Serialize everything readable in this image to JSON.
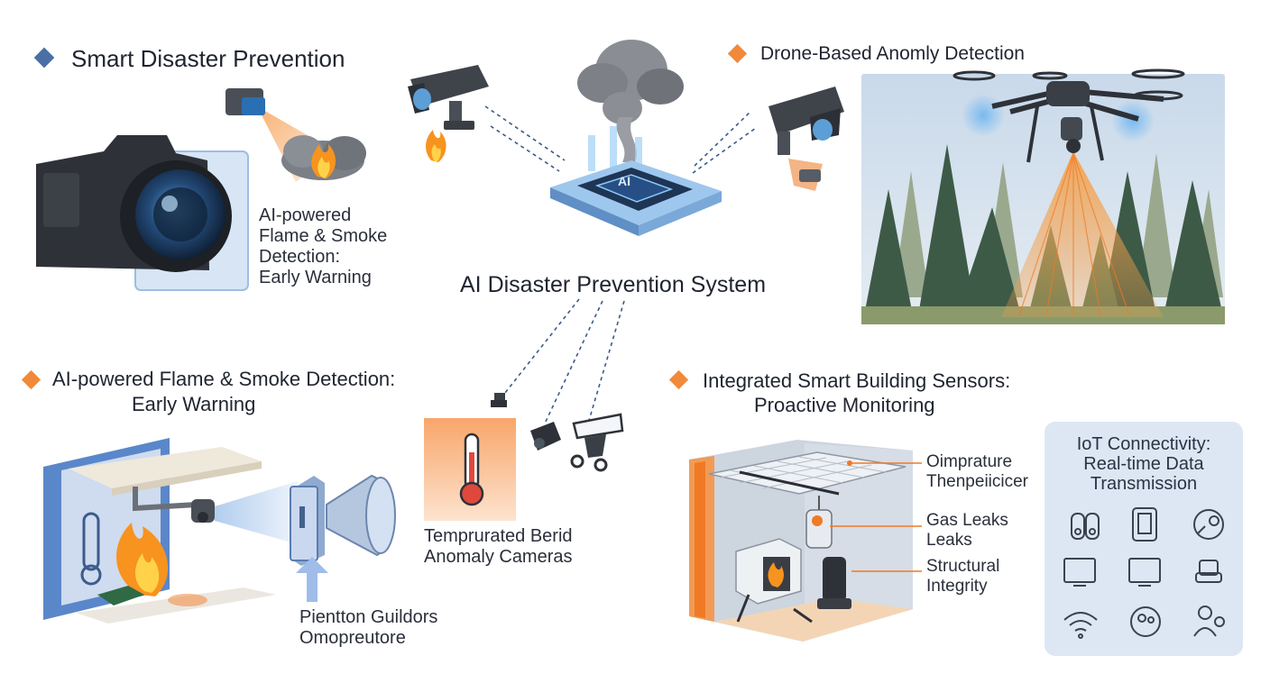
{
  "colors": {
    "accent_blue": "#4a6fa5",
    "accent_orange": "#f08a3a",
    "flame": "#f7931e",
    "panel_bg": "#dde7f4"
  },
  "sections": {
    "smart_disaster": {
      "title": "Smart Disaster Prevention",
      "caption": [
        "AI-powered",
        "Flame & Smoke",
        "Detection:",
        "Early Warning"
      ],
      "icon": "diamond-blue-icon"
    },
    "drone": {
      "title": "Drone-Based Anomly Detection",
      "icon": "diamond-orange-icon"
    },
    "center": {
      "title": "AI Disaster Prevention System",
      "chip_label": "AI"
    },
    "flame_detection": {
      "title_line1": "AI-powered Flame & Smoke Detection:",
      "title_line2": "Early Warning",
      "caption": [
        "Pientton Guildors",
        "Omopreutore"
      ],
      "icon": "diamond-orange-icon"
    },
    "cameras": {
      "caption": [
        "Temprurated Berid",
        "Anomaly Cameras"
      ]
    },
    "building": {
      "title_line1": "Integrated Smart Building Sensors:",
      "title_line2": "Proactive Monitoring",
      "labels": [
        [
          "Oimprature",
          "Thenpeiicicer"
        ],
        [
          "Gas Leaks",
          "Leaks"
        ],
        [
          "Structural",
          "Integrity"
        ]
      ],
      "icon": "diamond-orange-icon"
    },
    "iot": {
      "title": [
        "IoT Connectivity:",
        "Real-time Data",
        "Transmission"
      ],
      "icons": [
        "sensor-pair-icon",
        "tablet-icon",
        "gauge-icon",
        "monitor-icon",
        "tv-icon",
        "device-icon",
        "wifi-icon",
        "robot-icon",
        "people-icon"
      ]
    }
  }
}
